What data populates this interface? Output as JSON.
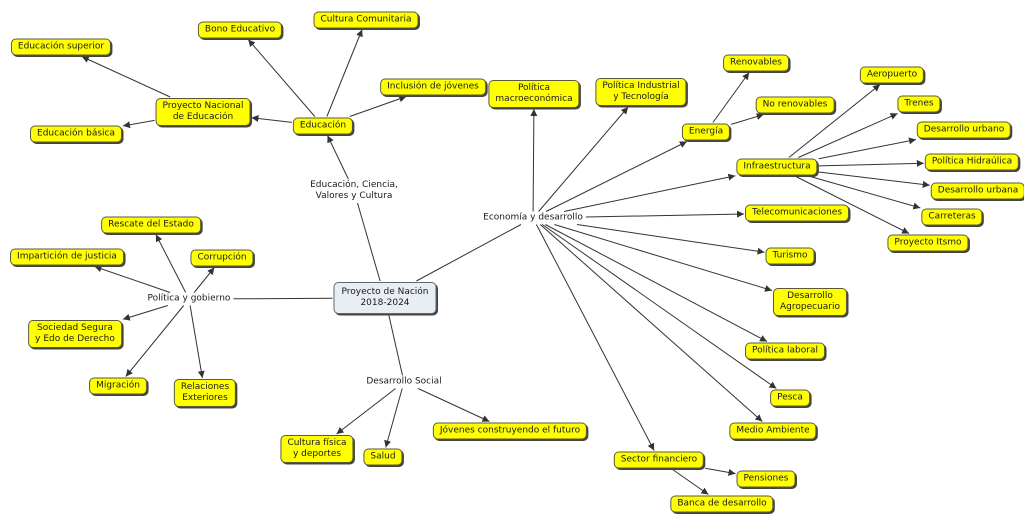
{
  "colors": {
    "concept_fill": "#ffff00",
    "root_fill": "#e8eef4",
    "line": "#333333"
  },
  "nodes": {
    "root": "Proyecto de Nación\n2018-2024",
    "educacion": "Educación",
    "proyecto_nacional": "Proyecto Nacional\nde Educación",
    "educacion_superior": "Educación superior",
    "educacion_basica": "Educación básica",
    "bono_educativo": "Bono Educativo",
    "cultura_comunitaria": "Cultura Comunitaria",
    "inclusion_jovenes": "Inclusión de jóvenes",
    "politica_macro": "Política\nmacroeconómica",
    "politica_industrial": "Política Industrial\ny Tecnología",
    "energia": "Energía",
    "renovables": "Renovables",
    "no_renovables": "No renovables",
    "infraestructura": "Infraestructura",
    "aeropuerto": "Aeropuerto",
    "trenes": "Trenes",
    "desarrollo_urbano": "Desarrollo urbano",
    "politica_hidraulica": "Política Hidraúlica",
    "desarrollo_urbana": "Desarrollo urbana",
    "carreteras": "Carreteras",
    "proyecto_itsmo": "Proyecto Itsmo",
    "telecomunicaciones": "Telecomunicaciones",
    "turismo": "Turismo",
    "desarrollo_agropecuario": "Desarrollo\nAgropecuario",
    "politica_laboral": "Política laboral",
    "pesca": "Pesca",
    "medio_ambiente": "Medio Ambiente",
    "sector_financiero": "Sector financiero",
    "pensiones": "Pensiones",
    "banca_desarrollo": "Banca de desarrollo",
    "rescate_estado": "Rescate del Estado",
    "corrupcion": "Corrupción",
    "imparticion_justicia": "Impartición de justicia",
    "sociedad_segura": "Sociedad Segura\ny Edo de Derecho",
    "migracion": "Migración",
    "relaciones_exteriores": "Relaciones\nExteriores",
    "cultura_fisica": "Cultura física\ny deportes",
    "salud": "Salud",
    "jovenes_futuro": "Jóvenes construyendo el futuro"
  },
  "phrases": {
    "educacion_ciencia": "Educación, Ciencia,\nValores y Cultura",
    "economia": "Economía y desarrollo",
    "politica_gobierno": "Política y gobierno",
    "desarrollo_social": "Desarrollo Social"
  }
}
